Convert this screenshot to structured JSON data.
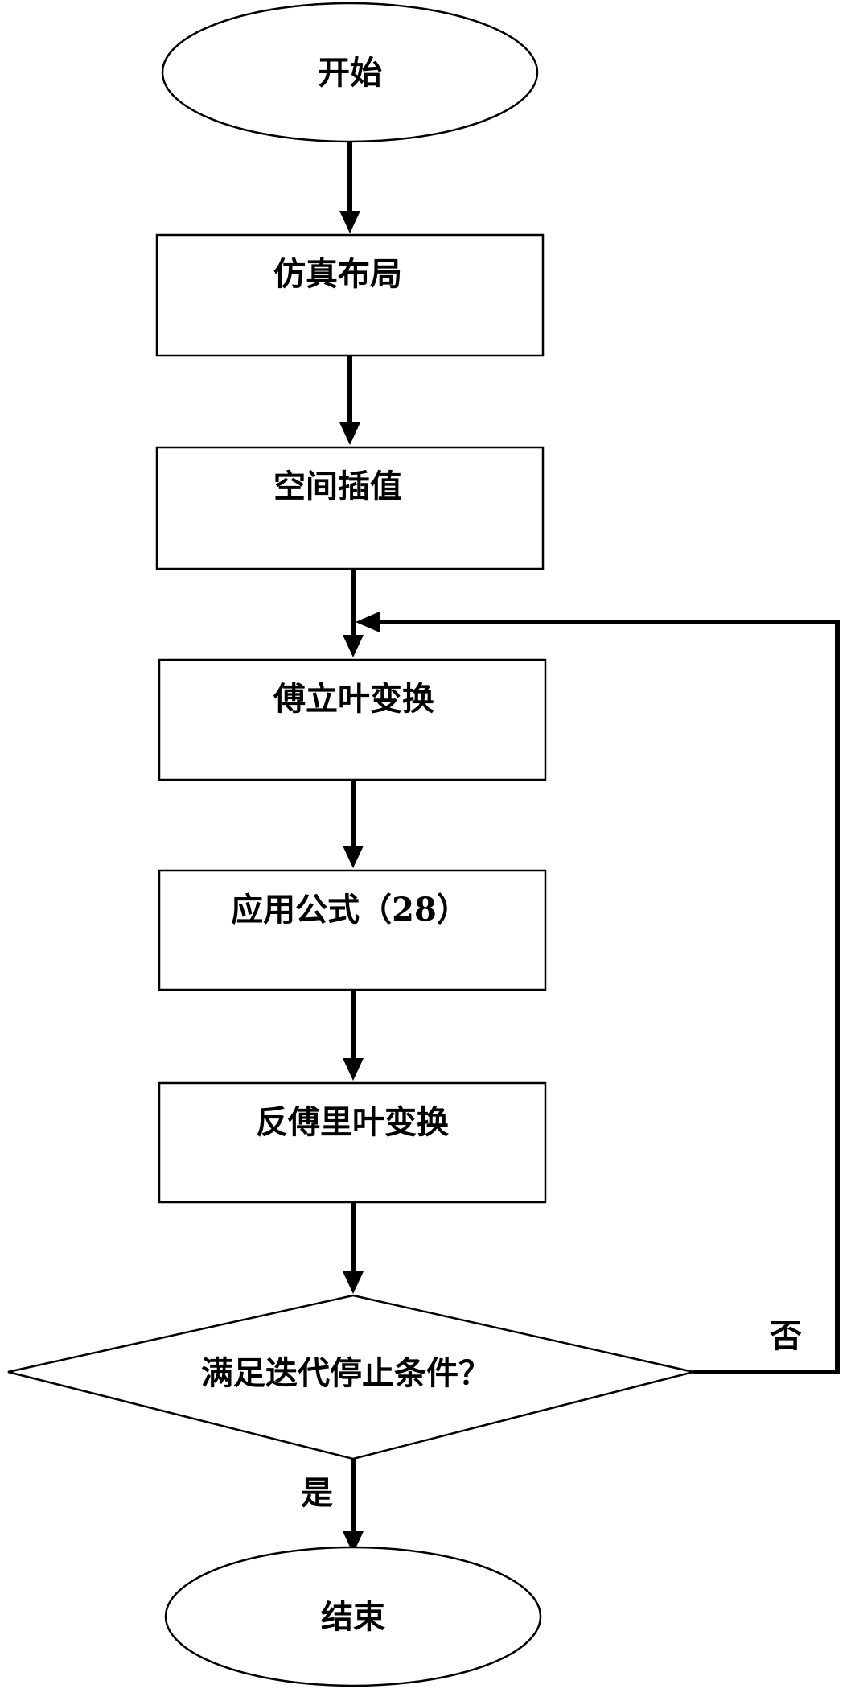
{
  "flowchart": {
    "nodes": [
      {
        "id": "start",
        "shape": "ellipse",
        "label": "开始"
      },
      {
        "id": "layout",
        "shape": "rect",
        "label": "仿真布局"
      },
      {
        "id": "interp",
        "shape": "rect",
        "label": "空间插值"
      },
      {
        "id": "fft",
        "shape": "rect",
        "label": "傅立叶变换"
      },
      {
        "id": "formula",
        "shape": "rect",
        "label": "应用公式（28）"
      },
      {
        "id": "ifft",
        "shape": "rect",
        "label": "反傅里叶变换"
      },
      {
        "id": "decision",
        "shape": "diamond",
        "label": "满足迭代停止条件？"
      },
      {
        "id": "end",
        "shape": "ellipse",
        "label": "结束"
      }
    ],
    "edges": [
      {
        "from": "start",
        "to": "layout",
        "label": ""
      },
      {
        "from": "layout",
        "to": "interp",
        "label": ""
      },
      {
        "from": "interp",
        "to": "fft",
        "label": ""
      },
      {
        "from": "fft",
        "to": "formula",
        "label": ""
      },
      {
        "from": "formula",
        "to": "ifft",
        "label": ""
      },
      {
        "from": "ifft",
        "to": "decision",
        "label": ""
      },
      {
        "from": "decision",
        "to": "fft",
        "label": "否"
      },
      {
        "from": "decision",
        "to": "end",
        "label": "是"
      }
    ]
  }
}
